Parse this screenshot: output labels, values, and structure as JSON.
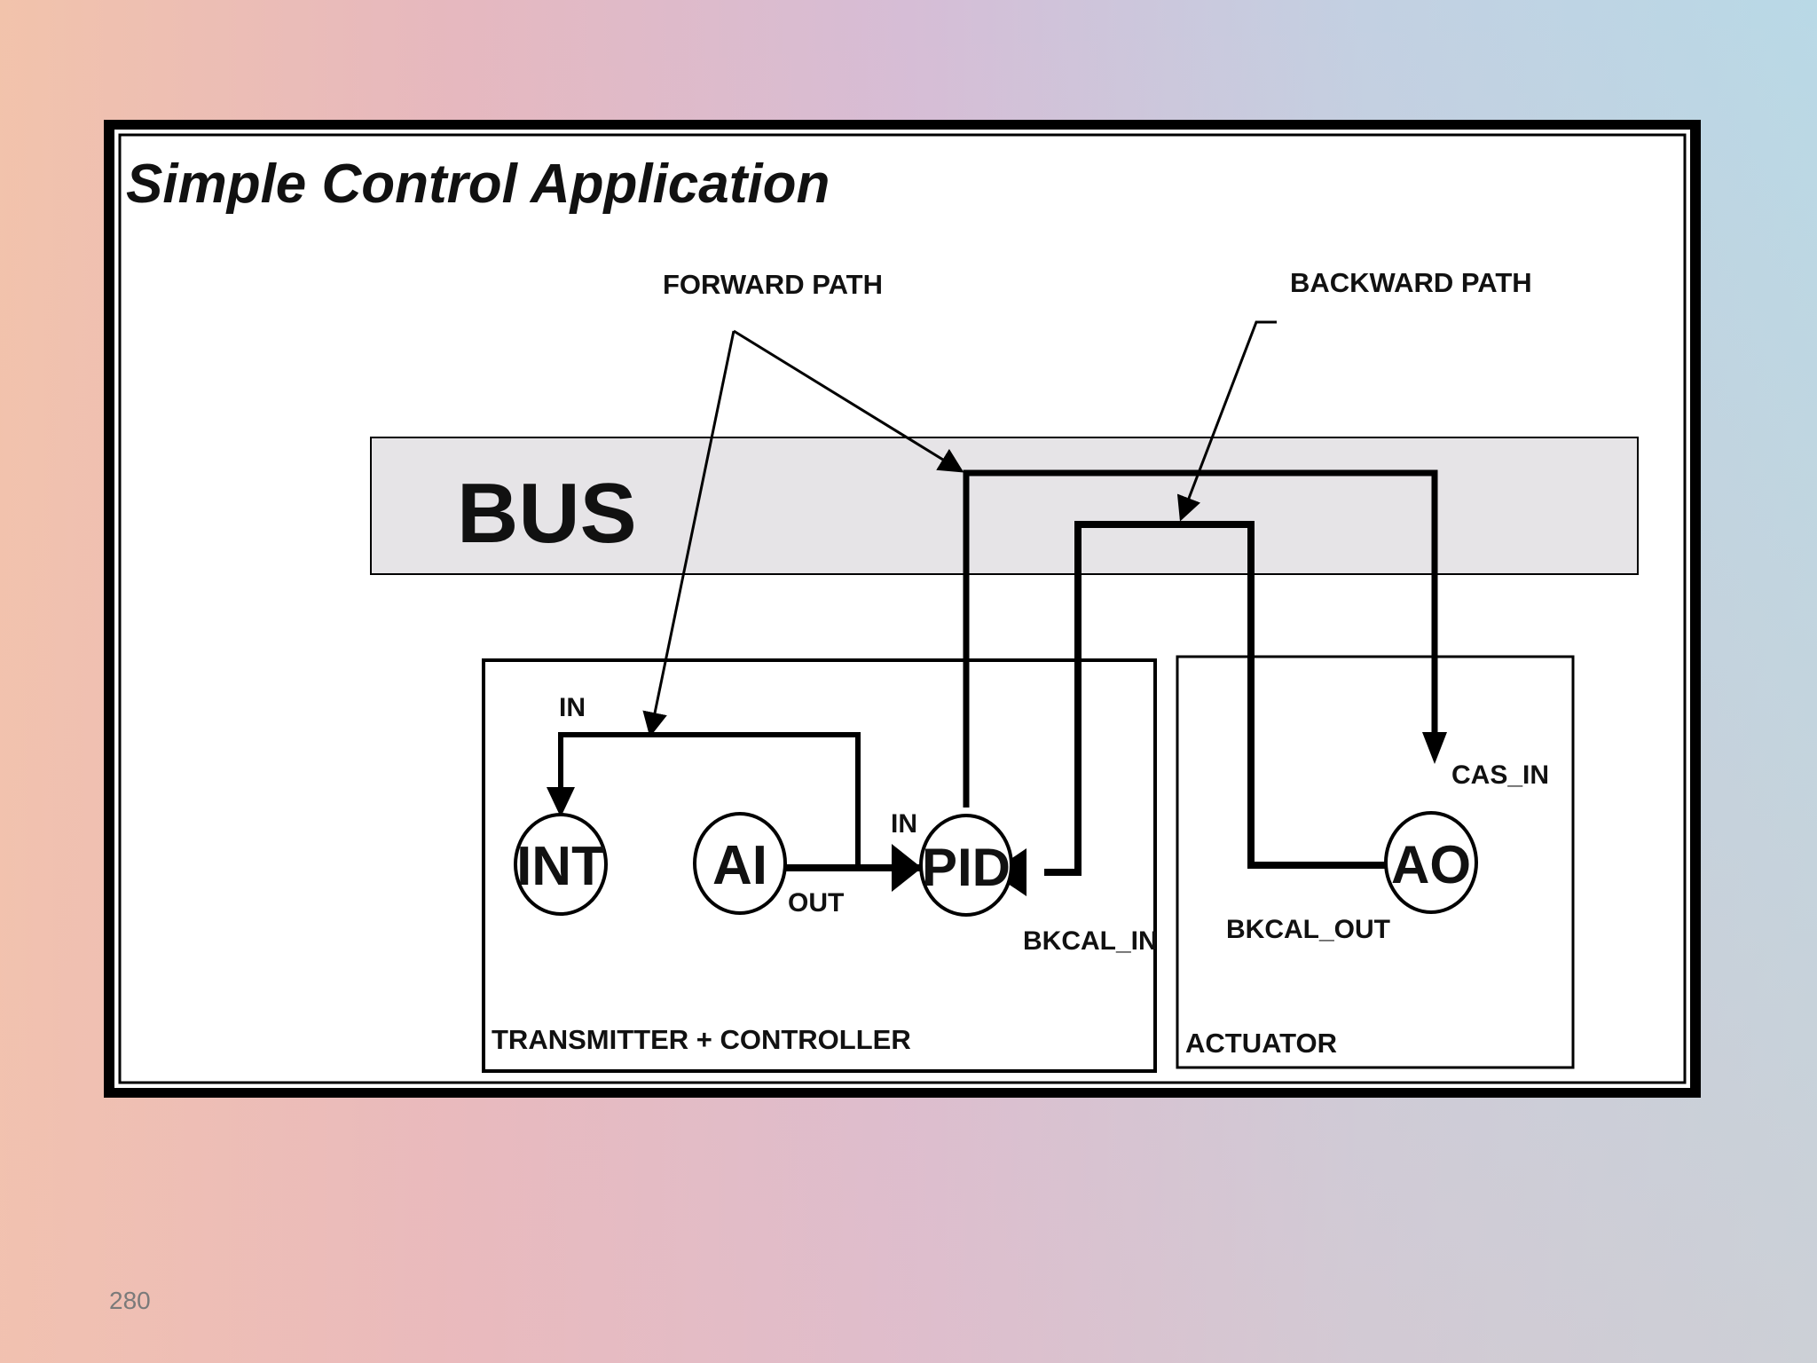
{
  "title": "Simple Control Application",
  "labels": {
    "forward_path": "FORWARD PATH",
    "backward_path": "BACKWARD PATH",
    "bus": "BUS",
    "in_int": "IN",
    "in_pid": "IN",
    "out": "OUT",
    "bkcal_in": "BKCAL_IN",
    "bkcal_out": "BKCAL_OUT",
    "cas_in": "CAS_IN",
    "transmitter_controller": "TRANSMITTER + CONTROLLER",
    "actuator": "ACTUATOR"
  },
  "blocks": {
    "int": "INT",
    "ai": "AI",
    "pid": "PID",
    "ao": "AO"
  },
  "slide_number": "280",
  "colors": {
    "bus_fill": "#e6e4e7",
    "line": "#000000"
  }
}
